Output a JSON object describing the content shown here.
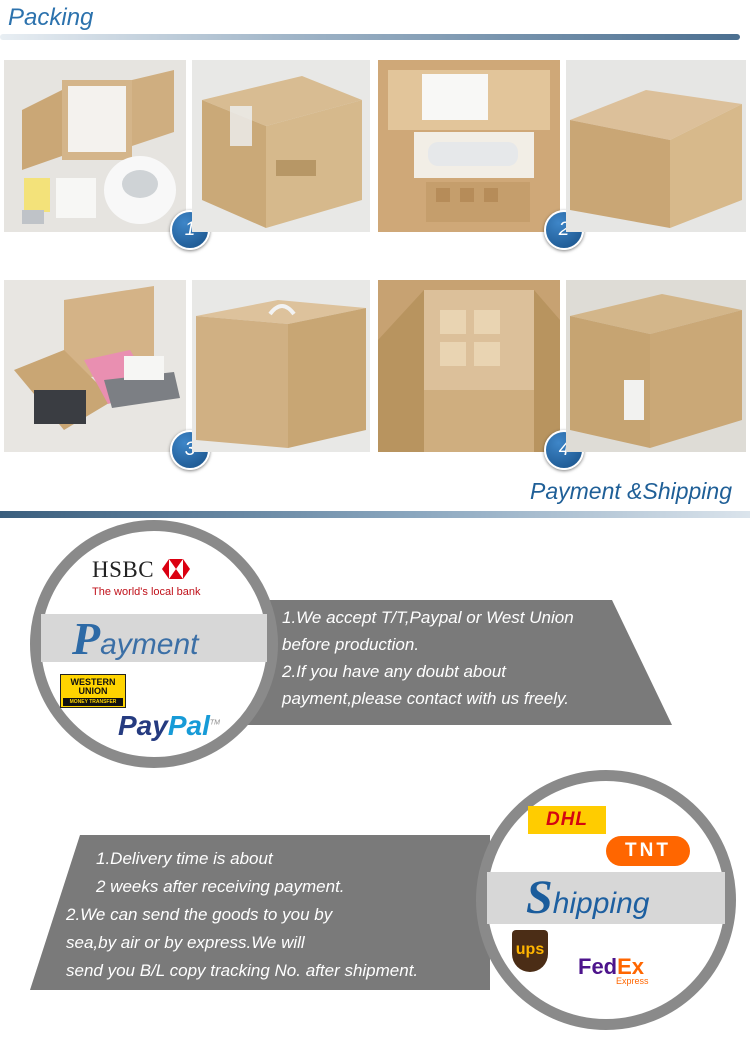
{
  "packing": {
    "title": "Packing",
    "steps": [
      "1",
      "2",
      "3",
      "4"
    ]
  },
  "payment_shipping": {
    "title": "Payment &Shipping"
  },
  "payment": {
    "hsbc": "HSBC",
    "hsbc_tagline": "The world's local bank",
    "heading_initial": "P",
    "heading_rest": "ayment",
    "western_union_line1": "WESTERN",
    "western_union_line2": "UNION",
    "western_union_line3": "MONEY TRANSFER",
    "paypal_part1": "Pay",
    "paypal_part2": "Pal",
    "paypal_tm": "TM",
    "lines": [
      "1.We accept T/T,Paypal or West Union",
      "before production.",
      "2.If you have any doubt about",
      "payment,please contact with us freely."
    ]
  },
  "shipping": {
    "dhl": "DHL",
    "tnt": "TNT",
    "heading_initial": "S",
    "heading_rest": "hipping",
    "ups": "ups",
    "fedex_part1": "Fed",
    "fedex_part2": "Ex",
    "fedex_sub": "Express",
    "lines": [
      "1.Delivery time is about",
      "2 weeks after receiving payment.",
      "2.We can send the goods to you by",
      "sea,by air or by express.We will",
      "send you B/L copy tracking No. after shipment."
    ]
  },
  "colors": {
    "accent_blue": "#2c72ad",
    "banner_gray": "#7d7d7d",
    "dhl_yellow": "#ffcc00",
    "dhl_red": "#d40511",
    "tnt_orange": "#ff6600",
    "ups_brown": "#4b2d16",
    "fedex_purple": "#4d148c",
    "fedex_orange": "#ff6600"
  }
}
